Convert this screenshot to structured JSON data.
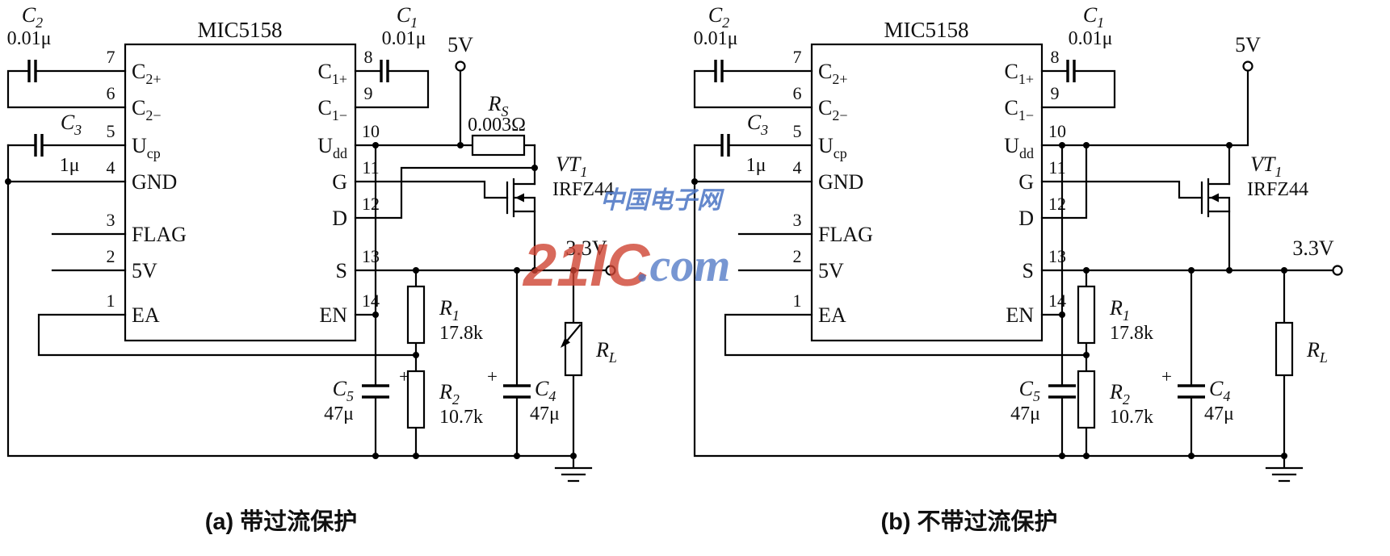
{
  "ic": {
    "title": "MIC5158"
  },
  "pins": {
    "left": [
      {
        "num": "7",
        "base": "C",
        "sub": "2+"
      },
      {
        "num": "6",
        "base": "C",
        "sub": "2−"
      },
      {
        "num": "5",
        "base": "U",
        "sub": "cp"
      },
      {
        "num": "4",
        "base": "GND"
      },
      {
        "num": "3",
        "base": "FLAG"
      },
      {
        "num": "2",
        "base": "5V"
      },
      {
        "num": "1",
        "base": "EA"
      }
    ],
    "right": [
      {
        "num": "8",
        "base": "C",
        "sub": "1+"
      },
      {
        "num": "9",
        "base": "C",
        "sub": "1−"
      },
      {
        "num": "10",
        "base": "U",
        "sub": "dd"
      },
      {
        "num": "11",
        "base": "G"
      },
      {
        "num": "12",
        "base": "D"
      },
      {
        "num": "13",
        "base": "S"
      },
      {
        "num": "14",
        "base": "EN"
      }
    ]
  },
  "components": {
    "c1": {
      "base": "C",
      "sub": "1",
      "value": "0.01μ"
    },
    "c2": {
      "base": "C",
      "sub": "2",
      "value": "0.01μ"
    },
    "c3": {
      "base": "C",
      "sub": "3",
      "value": "1μ"
    },
    "c4": {
      "base": "C",
      "sub": "4",
      "value": "47μ"
    },
    "c5": {
      "base": "C",
      "sub": "5",
      "value": "47μ"
    },
    "r1": {
      "base": "R",
      "sub": "1",
      "value": "17.8k"
    },
    "r2": {
      "base": "R",
      "sub": "2",
      "value": "10.7k"
    },
    "rs": {
      "base": "R",
      "sub": "S",
      "value": "0.003Ω"
    },
    "rl": {
      "base": "R",
      "sub": "L"
    },
    "vt1": {
      "base": "VT",
      "sub": "1",
      "part": "IRFZ44"
    }
  },
  "nets": {
    "vin": "5V",
    "vout": "3.3V"
  },
  "polarity": "+",
  "captions": {
    "a": "(a) 带过流保护",
    "b": "(b) 不带过流保护"
  },
  "watermark": {
    "cn": "中国电子网",
    "brand": "21IC",
    "dotcom": ".com"
  }
}
